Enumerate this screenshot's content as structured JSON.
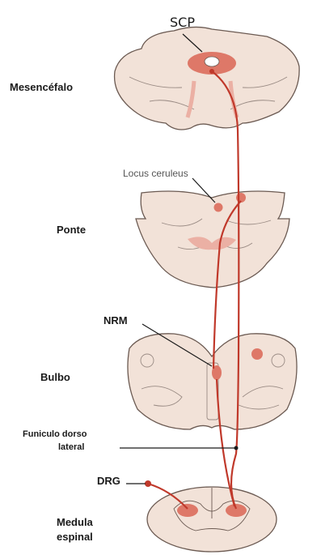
{
  "labels": {
    "scp": "SCP",
    "mesencefalo": "Mesencéfalo",
    "locus": "Locus ceruleus",
    "ponte": "Ponte",
    "nrm": "NRM",
    "bulbo": "Bulbo",
    "funiculo_1": "Funiculo dorso",
    "funiculo_2": "lateral",
    "drg": "DRG",
    "medula_1": "Medula",
    "medula_2": "espinal"
  },
  "colors": {
    "tissue": "#f2e2d8",
    "outline": "#6b5a52",
    "tract": "#c0392b",
    "nucleus": "#de7868",
    "nucleus_light": "#ebb0a4"
  }
}
